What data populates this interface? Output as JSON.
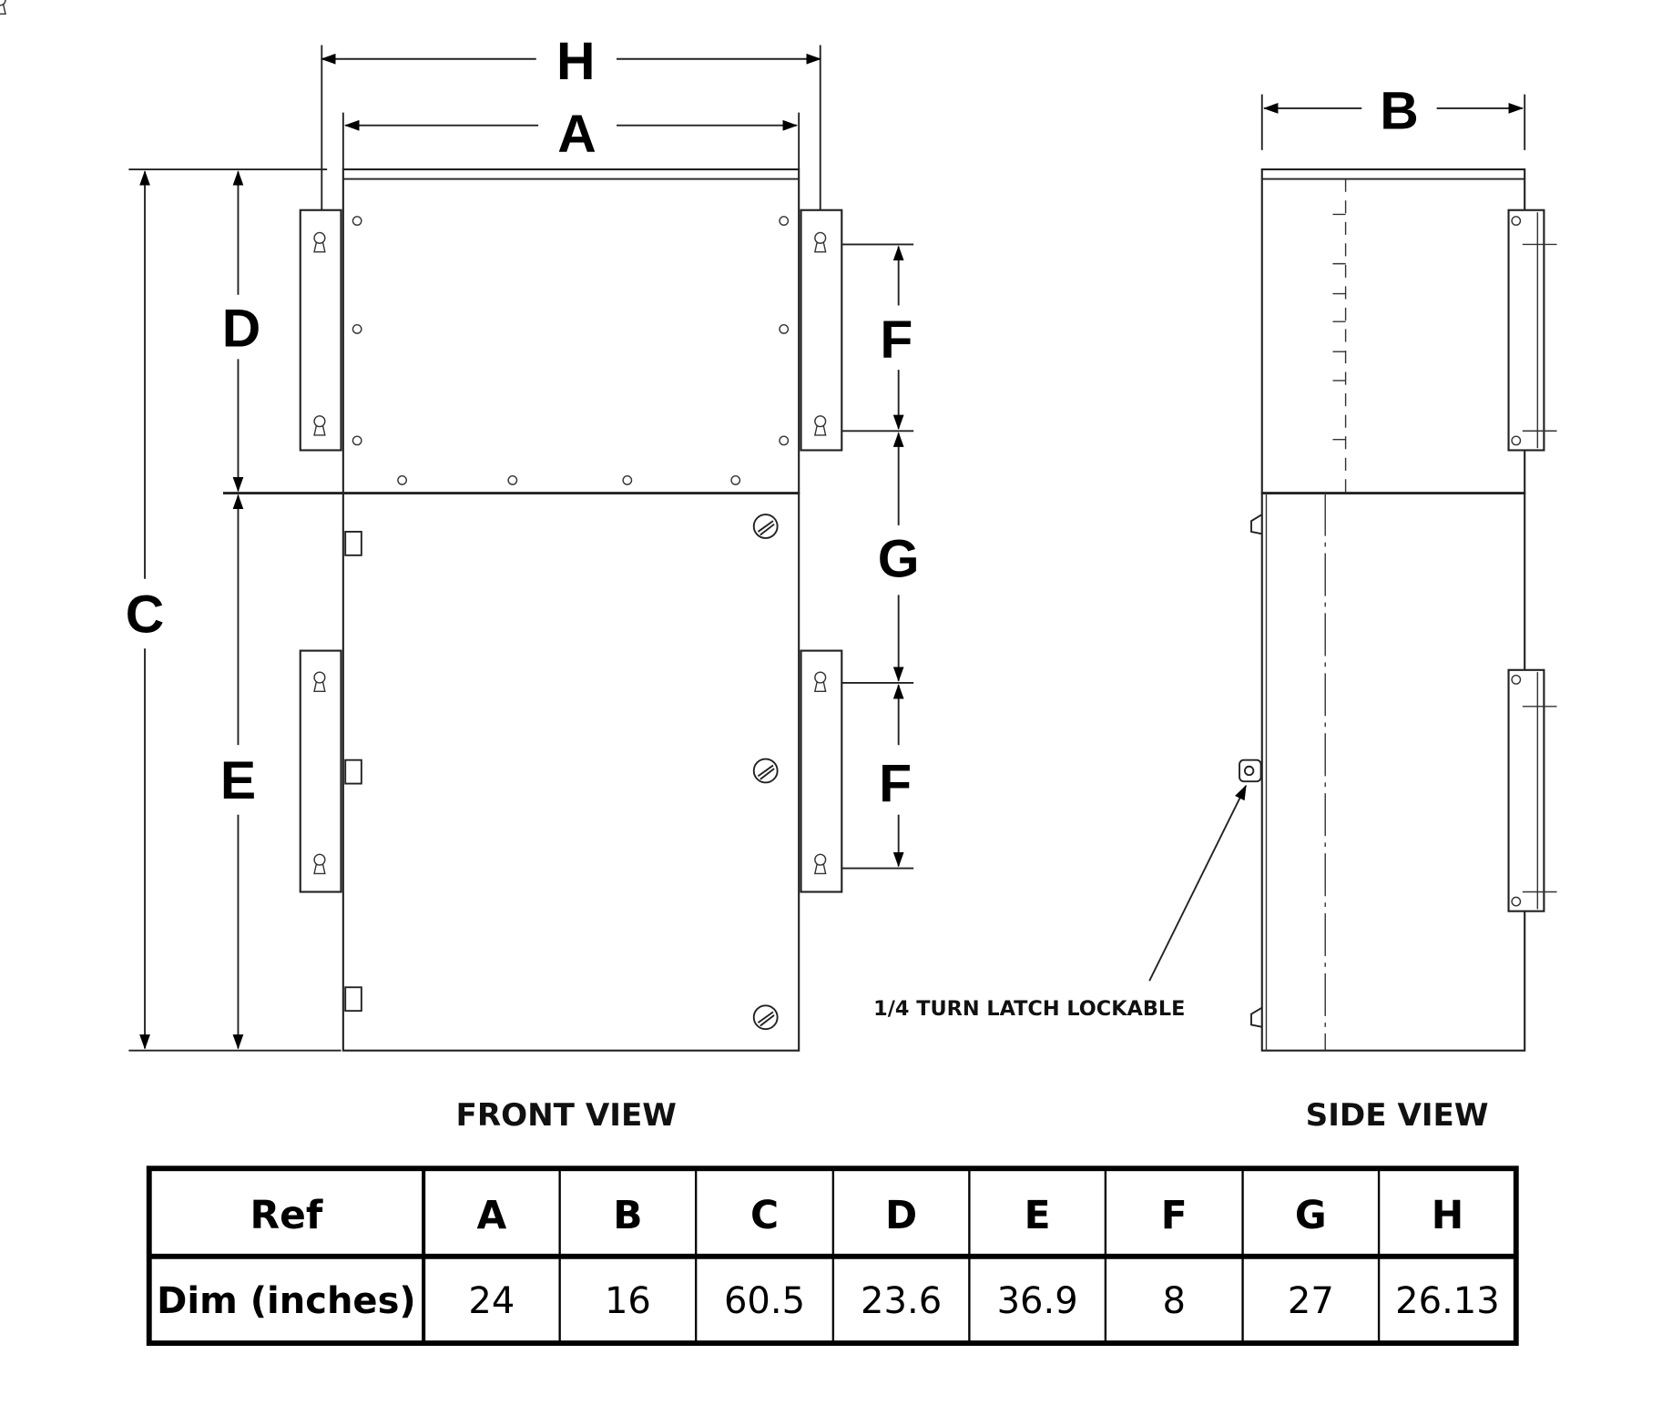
{
  "dimension_labels": {
    "A": "A",
    "B": "B",
    "C": "C",
    "D": "D",
    "E": "E",
    "F": "F",
    "G": "G",
    "H": "H"
  },
  "views": {
    "front": "FRONT VIEW",
    "side": "SIDE VIEW"
  },
  "annotation": "1/4 TURN LATCH LOCKABLE",
  "table": {
    "header_label": "Ref",
    "row_label": "Dim (inches)",
    "refs": [
      "A",
      "B",
      "C",
      "D",
      "E",
      "F",
      "G",
      "H"
    ],
    "dims": [
      "24",
      "16",
      "60.5",
      "23.6",
      "36.9",
      "8",
      "27",
      "26.13"
    ]
  }
}
